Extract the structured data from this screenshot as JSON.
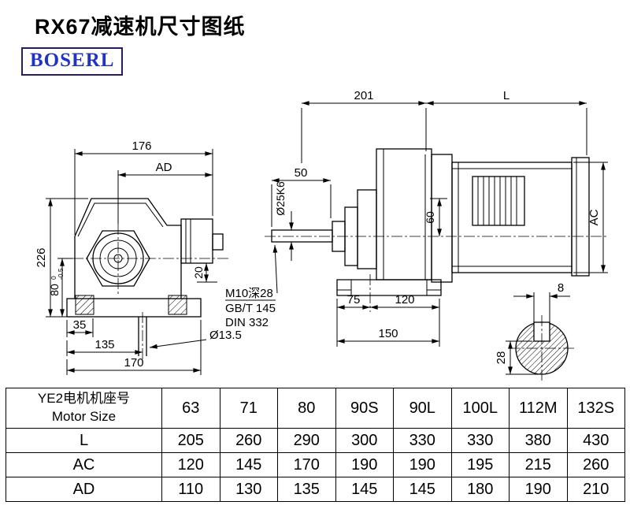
{
  "page": {
    "title": "RX67减速机尺寸图纸",
    "logo_text": "BOSERL"
  },
  "drawing": {
    "front": {
      "d176": "176",
      "dAD": "AD",
      "d226": "226",
      "d80": "80",
      "d80_tol_up": "0",
      "d80_tol_dn": "-0.5",
      "d35": "35",
      "d135": "135",
      "d170": "170",
      "d20": "20",
      "hole_dia": "Ø13.5"
    },
    "side": {
      "d201": "201",
      "dL": "L",
      "d50": "50",
      "shaft_dia": "Ø25K6",
      "d60": "60",
      "dAC": "AC",
      "thread_note1": "M10深28",
      "thread_note2": "GB/T 145",
      "thread_note3": "DIN 332",
      "d75": "75",
      "d120": "120",
      "d150": "150"
    },
    "shaft_end": {
      "key_width": "8",
      "d28": "28"
    }
  },
  "table": {
    "header": {
      "label_cn": "YE2电机机座号",
      "label_en": "Motor Size",
      "sizes": [
        "63",
        "71",
        "80",
        "90S",
        "90L",
        "100L",
        "112M",
        "132S"
      ]
    },
    "rows": [
      {
        "label": "L",
        "values": [
          "205",
          "260",
          "290",
          "300",
          "330",
          "330",
          "380",
          "430"
        ]
      },
      {
        "label": "AC",
        "values": [
          "120",
          "145",
          "170",
          "190",
          "190",
          "195",
          "215",
          "260"
        ]
      },
      {
        "label": "AD",
        "values": [
          "110",
          "130",
          "135",
          "145",
          "145",
          "180",
          "190",
          "210"
        ]
      }
    ]
  }
}
